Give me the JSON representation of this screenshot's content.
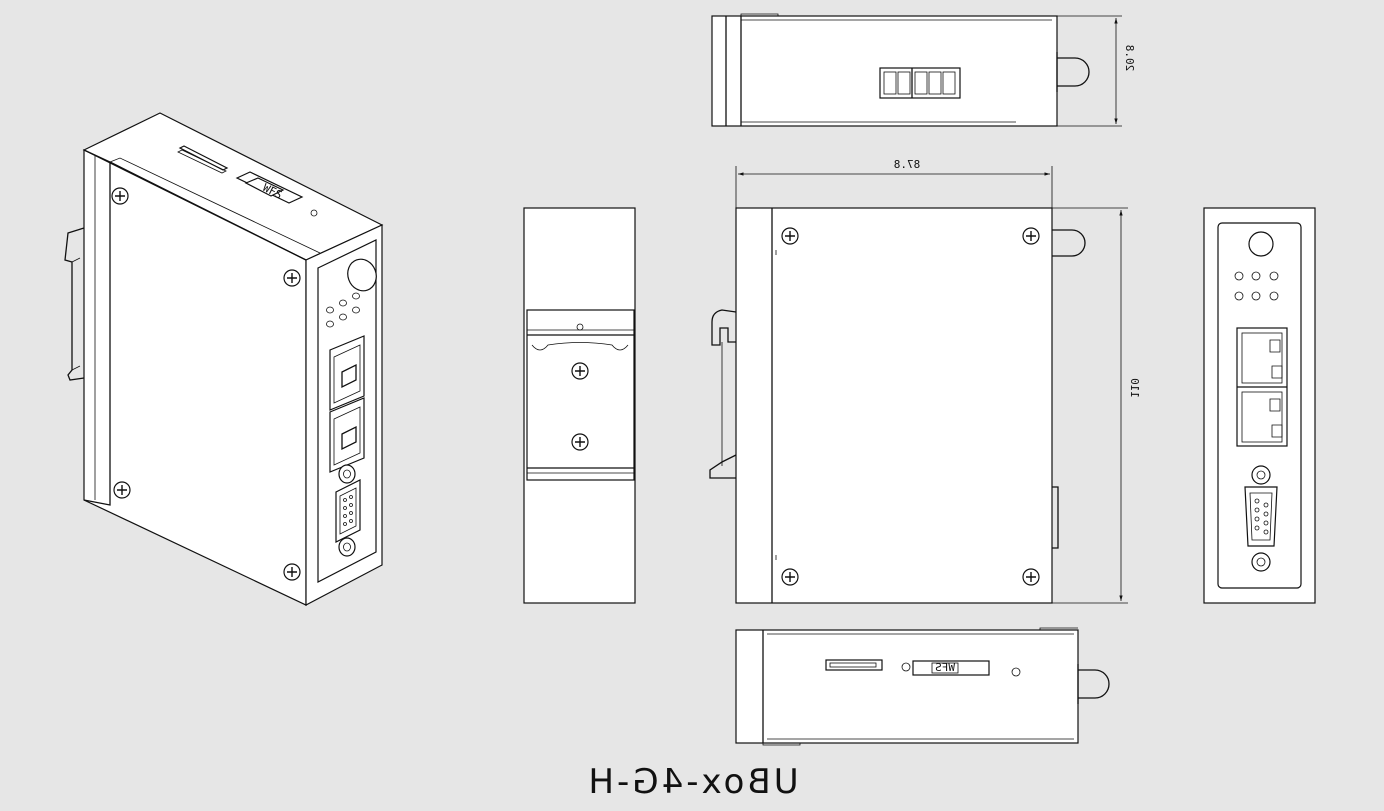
{
  "title": "UBox-4G-H",
  "dimensions": {
    "height_side": "20.8",
    "width": "87.8",
    "height": "110"
  },
  "labels": {
    "switch_top": "WFS",
    "switch_iso": "WFS"
  }
}
